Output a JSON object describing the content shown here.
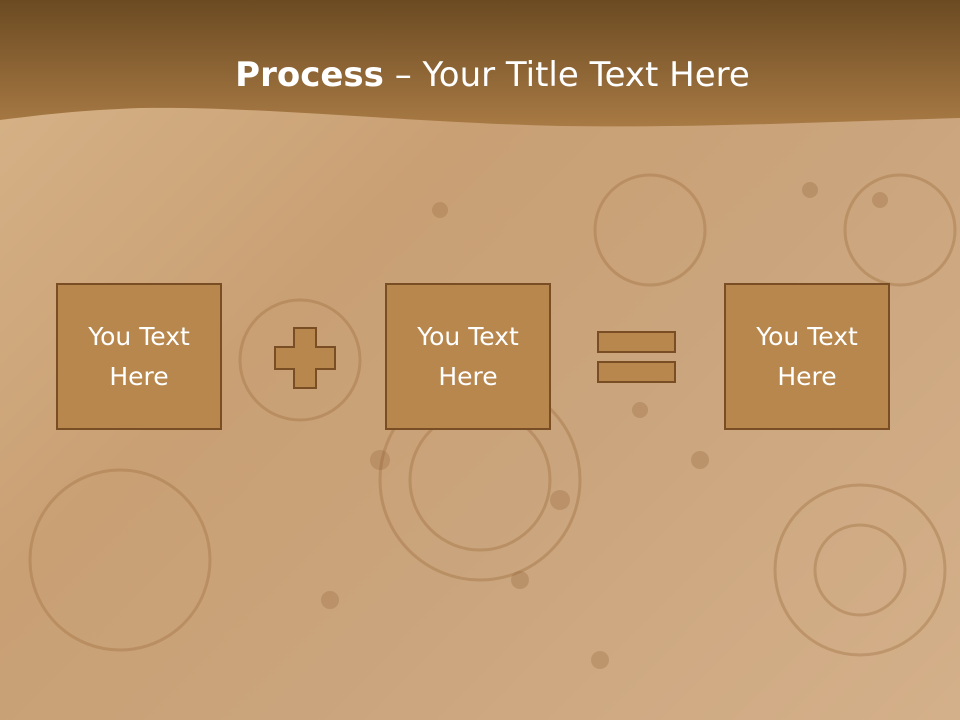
{
  "title": {
    "bold": "Process",
    "separator": " – ",
    "rest": "Your Title Text Here"
  },
  "boxes": [
    {
      "line1": "You Text",
      "line2": "Here"
    },
    {
      "line1": "You Text",
      "line2": "Here"
    },
    {
      "line1": "You Text",
      "line2": "Here"
    }
  ],
  "operators": {
    "first": "plus-icon",
    "second": "equals-icon"
  },
  "colors": {
    "header_dark": "#6b4a22",
    "header_light": "#a87a44",
    "box_fill": "#b8874d",
    "box_border": "#7a4e24",
    "text": "#ffffff"
  }
}
